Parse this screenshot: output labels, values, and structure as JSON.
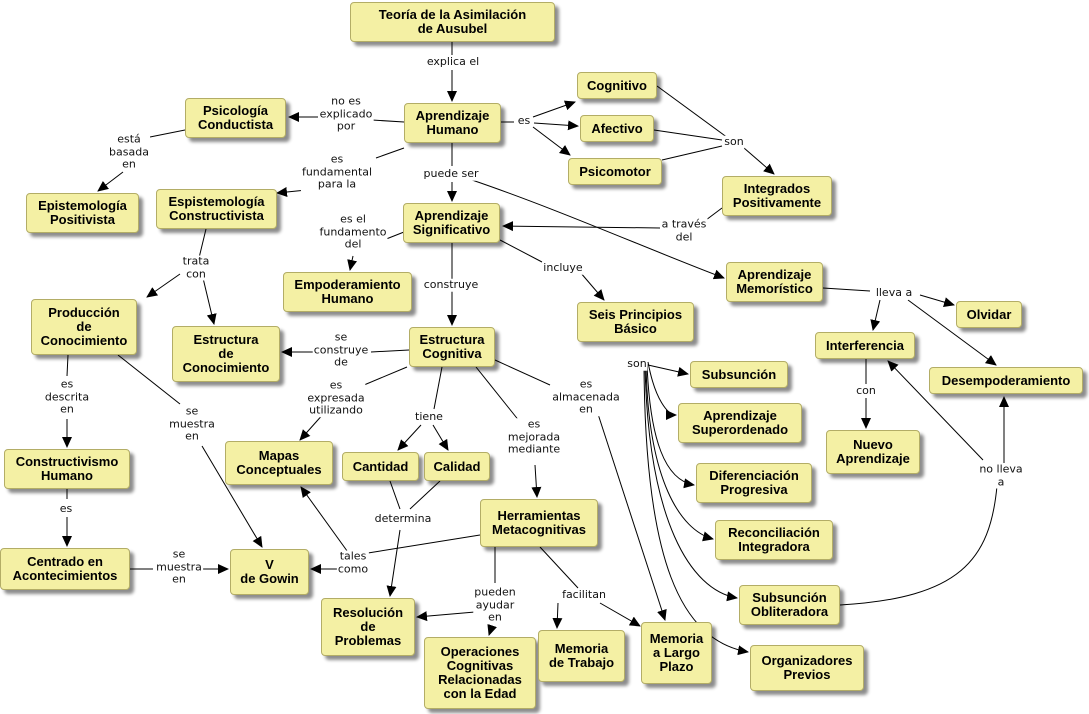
{
  "map": {
    "concepts": {
      "teoria": "Teoría de la Asimilación\nde Ausubel",
      "psicologia": "Psicología\nConductista",
      "aprendizaje_humano": "Aprendizaje\nHumano",
      "cognitivo": "Cognitivo",
      "afectivo": "Afectivo",
      "psicomotor": "Psicomotor",
      "integrados": "Integrados\nPositivamente",
      "epist_positivista": "Epistemología\nPositivista",
      "epist_constructivista": "Espistemología\nConstructivista",
      "aprendizaje_significativo": "Aprendizaje\nSignificativo",
      "empoderamiento": "Empoderamiento\nHumano",
      "aprendizaje_memoristico": "Aprendizaje\nMemorístico",
      "olvidar": "Olvidar",
      "interferencia": "Interferencia",
      "desempoderamiento": "Desempoderamiento",
      "produccion": "Producción\nde\nConocimiento",
      "estructura_conocimiento": "Estructura\nde\nConocimiento",
      "estructura_cognitiva": "Estructura\nCognitiva",
      "seis_principios": "Seis Principios\nBásico",
      "subsuncion": "Subsunción",
      "aprendizaje_superordenado": "Aprendizaje\nSuperordenado",
      "diferenciacion": "Diferenciación\nProgresiva",
      "reconciliacion": "Reconciliación\nIntegradora",
      "subsuncion_obliteradora": "Subsunción\nObliteradora",
      "organizadores": "Organizadores\nPrevios",
      "nuevo_aprendizaje": "Nuevo\nAprendizaje",
      "mapas": "Mapas\nConceptuales",
      "cantidad": "Cantidad",
      "calidad": "Calidad",
      "constructivismo": "Constructivismo\nHumano",
      "herramientas": "Herramientas\nMetacognitivas",
      "centrado": "Centrado en\nAcontecimientos",
      "v_gowin": "V\nde Gowin",
      "resolucion": "Resolución\nde\nProblemas",
      "operaciones": "Operaciones\nCognitivas\nRelacionadas\ncon la Edad",
      "memoria_trabajo": "Memoria\nde Trabajo",
      "memoria_largo": "Memoria\na Largo\nPlazo"
    },
    "links": {
      "explica_el": "explica el",
      "no_es_explicado": "no es\nexplicado\npor",
      "es_cat": "es",
      "esta_basada": "está\nbasada\nen",
      "son_integ": "son",
      "es_fundamental": "es\nfundamental\npara la",
      "puede_ser": "puede ser",
      "a_traves": "a través\ndel",
      "es_el_fundamento": "es el\nfundamento\ndel",
      "construye": "construye",
      "incluye": "incluye",
      "lleva_a": "lleva a",
      "con": "con",
      "no_lleva": "no lleva\na",
      "trata_con": "trata\ncon",
      "se_construye": "se\nconstruye\nde",
      "es_expresada": "es\nexpresada\nutilizando",
      "tiene": "tiene",
      "es_mejorada": "es\nmejorada\nmediante",
      "es_almacenada": "es\nalmacenada\nen",
      "son_principios": "son",
      "es_descrita": "es\ndescrita\nen",
      "se_muestra_en_1": "se\nmuestra\nen",
      "es_ch": "es",
      "determina": "determina",
      "tales_como": "tales\ncomo",
      "se_muestra_en_2": "se\nmuestra\nen",
      "pueden_ayudar": "pueden\nayudar\nen",
      "facilitan": "facilitan"
    }
  }
}
